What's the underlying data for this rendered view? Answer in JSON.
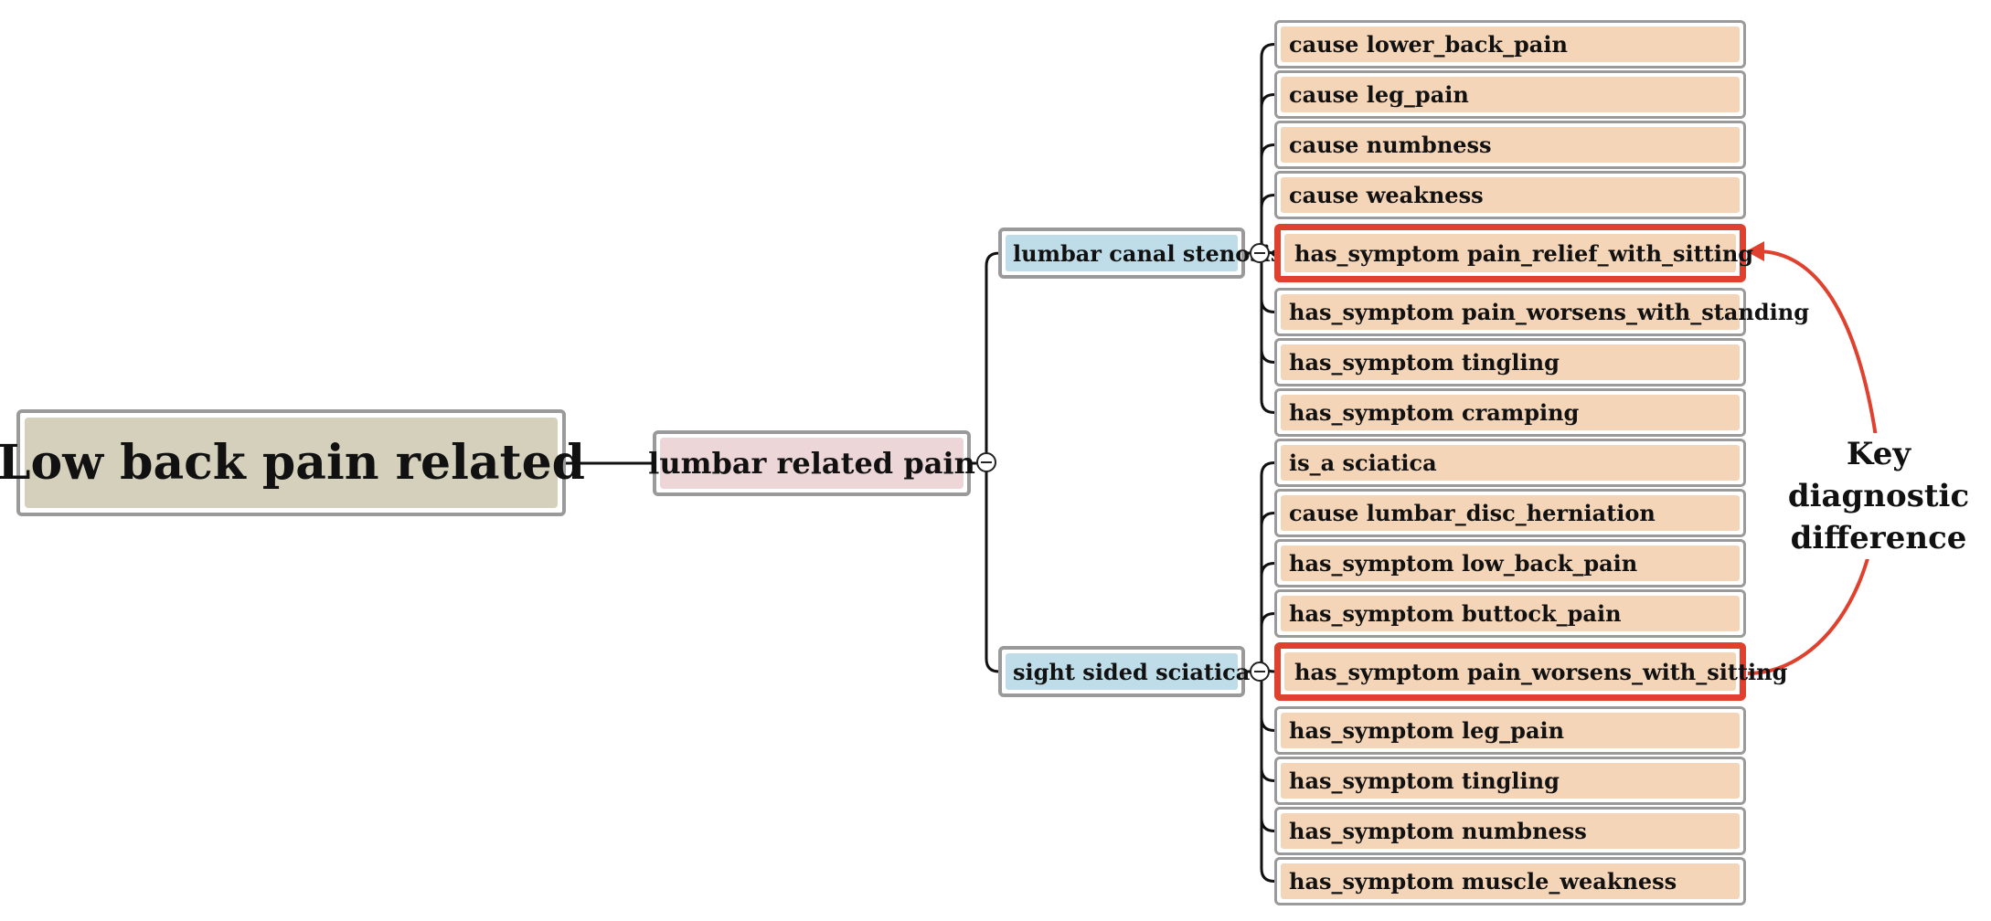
{
  "root": {
    "label": "Low back pain related"
  },
  "mid": {
    "label": "lumbar related pain"
  },
  "branches": [
    {
      "label": "lumbar canal stenosis",
      "leaves": [
        "cause lower_back_pain",
        "cause leg_pain",
        "cause numbness",
        "cause weakness",
        "has_symptom pain_relief_with_sitting",
        "has_symptom pain_worsens_with_standing",
        "has_symptom tingling",
        "has_symptom cramping"
      ],
      "highlight_index": 4
    },
    {
      "label": "sight sided sciatica",
      "leaves": [
        "is_a sciatica",
        "cause lumbar_disc_herniation",
        "has_symptom low_back_pain",
        "has_symptom buttock_pain",
        "has_symptom pain_worsens_with_sitting",
        "has_symptom leg_pain",
        "has_symptom tingling",
        "has_symptom numbness",
        "has_symptom muscle_weakness"
      ],
      "highlight_index": 4
    }
  ],
  "annotation": {
    "line1": "Key diagnostic",
    "line2": "difference"
  },
  "colors": {
    "root_fill": "#d4d0bb",
    "mid_fill": "#ecd6d8",
    "branch_fill": "#bfdde8",
    "leaf_fill": "#f5d5b8",
    "highlight": "#e0402e",
    "border": "#9a9a9a",
    "connector": "#111111"
  }
}
